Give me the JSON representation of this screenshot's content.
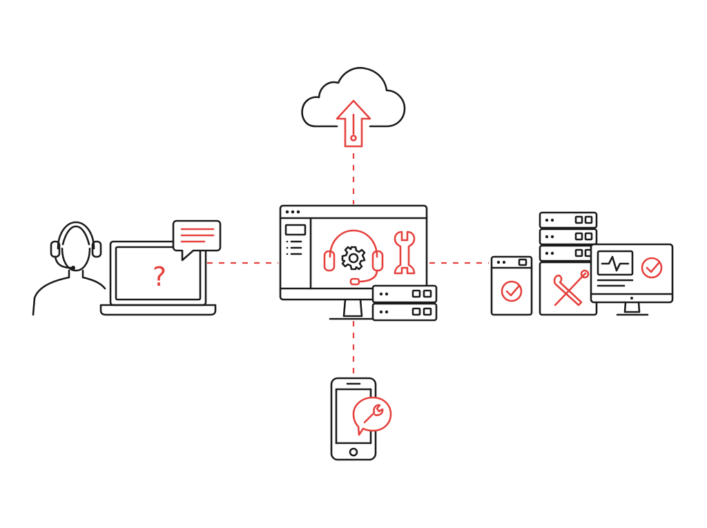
{
  "colors": {
    "outline": "#1b1b1b",
    "accent": "#e5403c",
    "background": "#ffffff"
  },
  "nodes": [
    {
      "name": "cloud-upload-icon"
    },
    {
      "name": "support-agent-laptop-icon"
    },
    {
      "name": "central-helpdesk-monitor-icon"
    },
    {
      "name": "server-rack-maintenance-icon"
    },
    {
      "name": "mobile-support-icon"
    }
  ],
  "connections": [
    {
      "from": "central-helpdesk-monitor-icon",
      "to": "cloud-upload-icon",
      "style": "dashed",
      "color": "#e5403c"
    },
    {
      "from": "central-helpdesk-monitor-icon",
      "to": "support-agent-laptop-icon",
      "style": "dashed",
      "color": "#e5403c"
    },
    {
      "from": "central-helpdesk-monitor-icon",
      "to": "server-rack-maintenance-icon",
      "style": "dashed",
      "color": "#e5403c"
    },
    {
      "from": "central-helpdesk-monitor-icon",
      "to": "mobile-support-icon",
      "style": "dashed",
      "color": "#e5403c"
    }
  ]
}
